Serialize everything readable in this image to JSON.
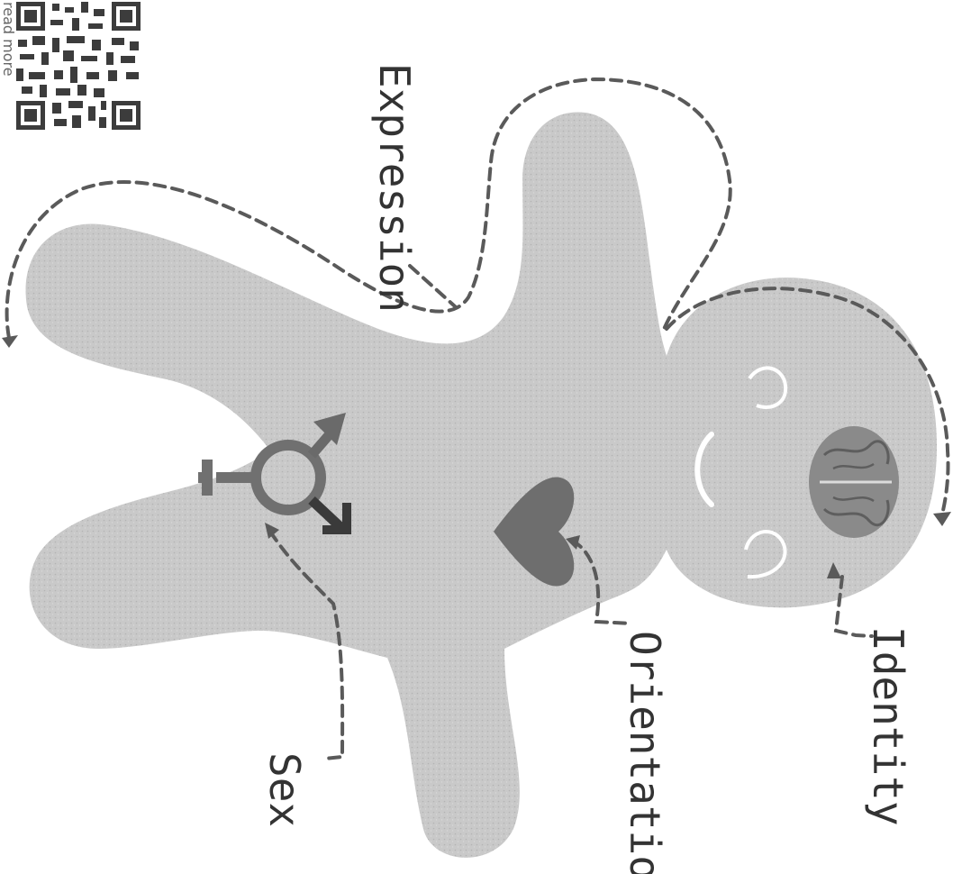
{
  "labels": {
    "expression": "Expression",
    "identity": "Identity",
    "orientation": "Orientation",
    "sex": "Sex"
  },
  "qr": {
    "caption": "read more"
  },
  "colors": {
    "body": "#c6c6c6",
    "heart": "#6e6e6e",
    "symbol": "#707070",
    "brain": "#7a7a7a",
    "face_lines": "#ffffff"
  }
}
